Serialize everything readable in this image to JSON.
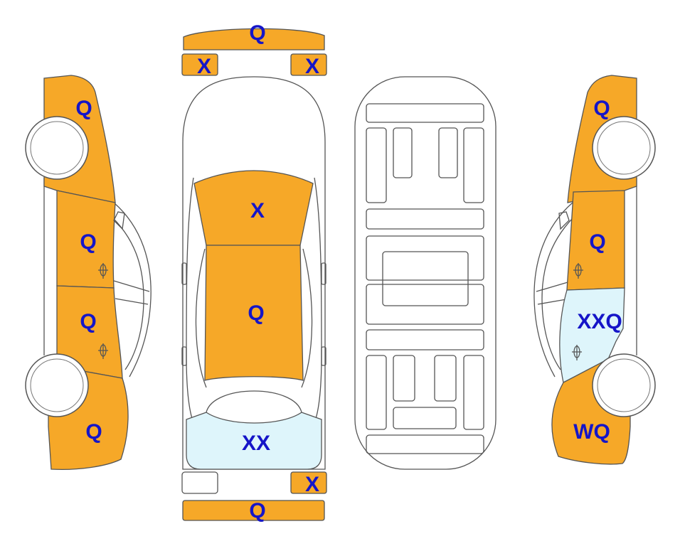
{
  "colors": {
    "damaged": "#f6a828",
    "glass": "#def5fb",
    "none": "#ffffff",
    "label": "#1515c8",
    "outline": "#555555"
  },
  "parts": {
    "top_front_bumper": {
      "code": "Q",
      "status": "damaged"
    },
    "top_headlight_left": {
      "code": "X",
      "status": "damaged"
    },
    "top_headlight_right": {
      "code": "X",
      "status": "damaged"
    },
    "top_hood": {
      "code": "X",
      "status": "damaged"
    },
    "top_roof": {
      "code": "Q",
      "status": "damaged"
    },
    "top_rear_window": {
      "code": "XX",
      "status": "glass"
    },
    "top_taillight_left": {
      "code": "",
      "status": "none"
    },
    "top_taillight_right": {
      "code": "X",
      "status": "damaged"
    },
    "top_rear_bumper": {
      "code": "Q",
      "status": "damaged"
    },
    "left_front_fender": {
      "code": "Q",
      "status": "damaged"
    },
    "left_front_door": {
      "code": "Q",
      "status": "damaged"
    },
    "left_rear_door": {
      "code": "Q",
      "status": "damaged"
    },
    "left_rear_quarter": {
      "code": "Q",
      "status": "damaged"
    },
    "right_front_fender": {
      "code": "Q",
      "status": "damaged"
    },
    "right_front_door": {
      "code": "Q",
      "status": "damaged"
    },
    "right_rear_door": {
      "code": "XXQ",
      "status": "glass"
    },
    "right_rear_quarter": {
      "code": "WQ",
      "status": "damaged"
    }
  }
}
